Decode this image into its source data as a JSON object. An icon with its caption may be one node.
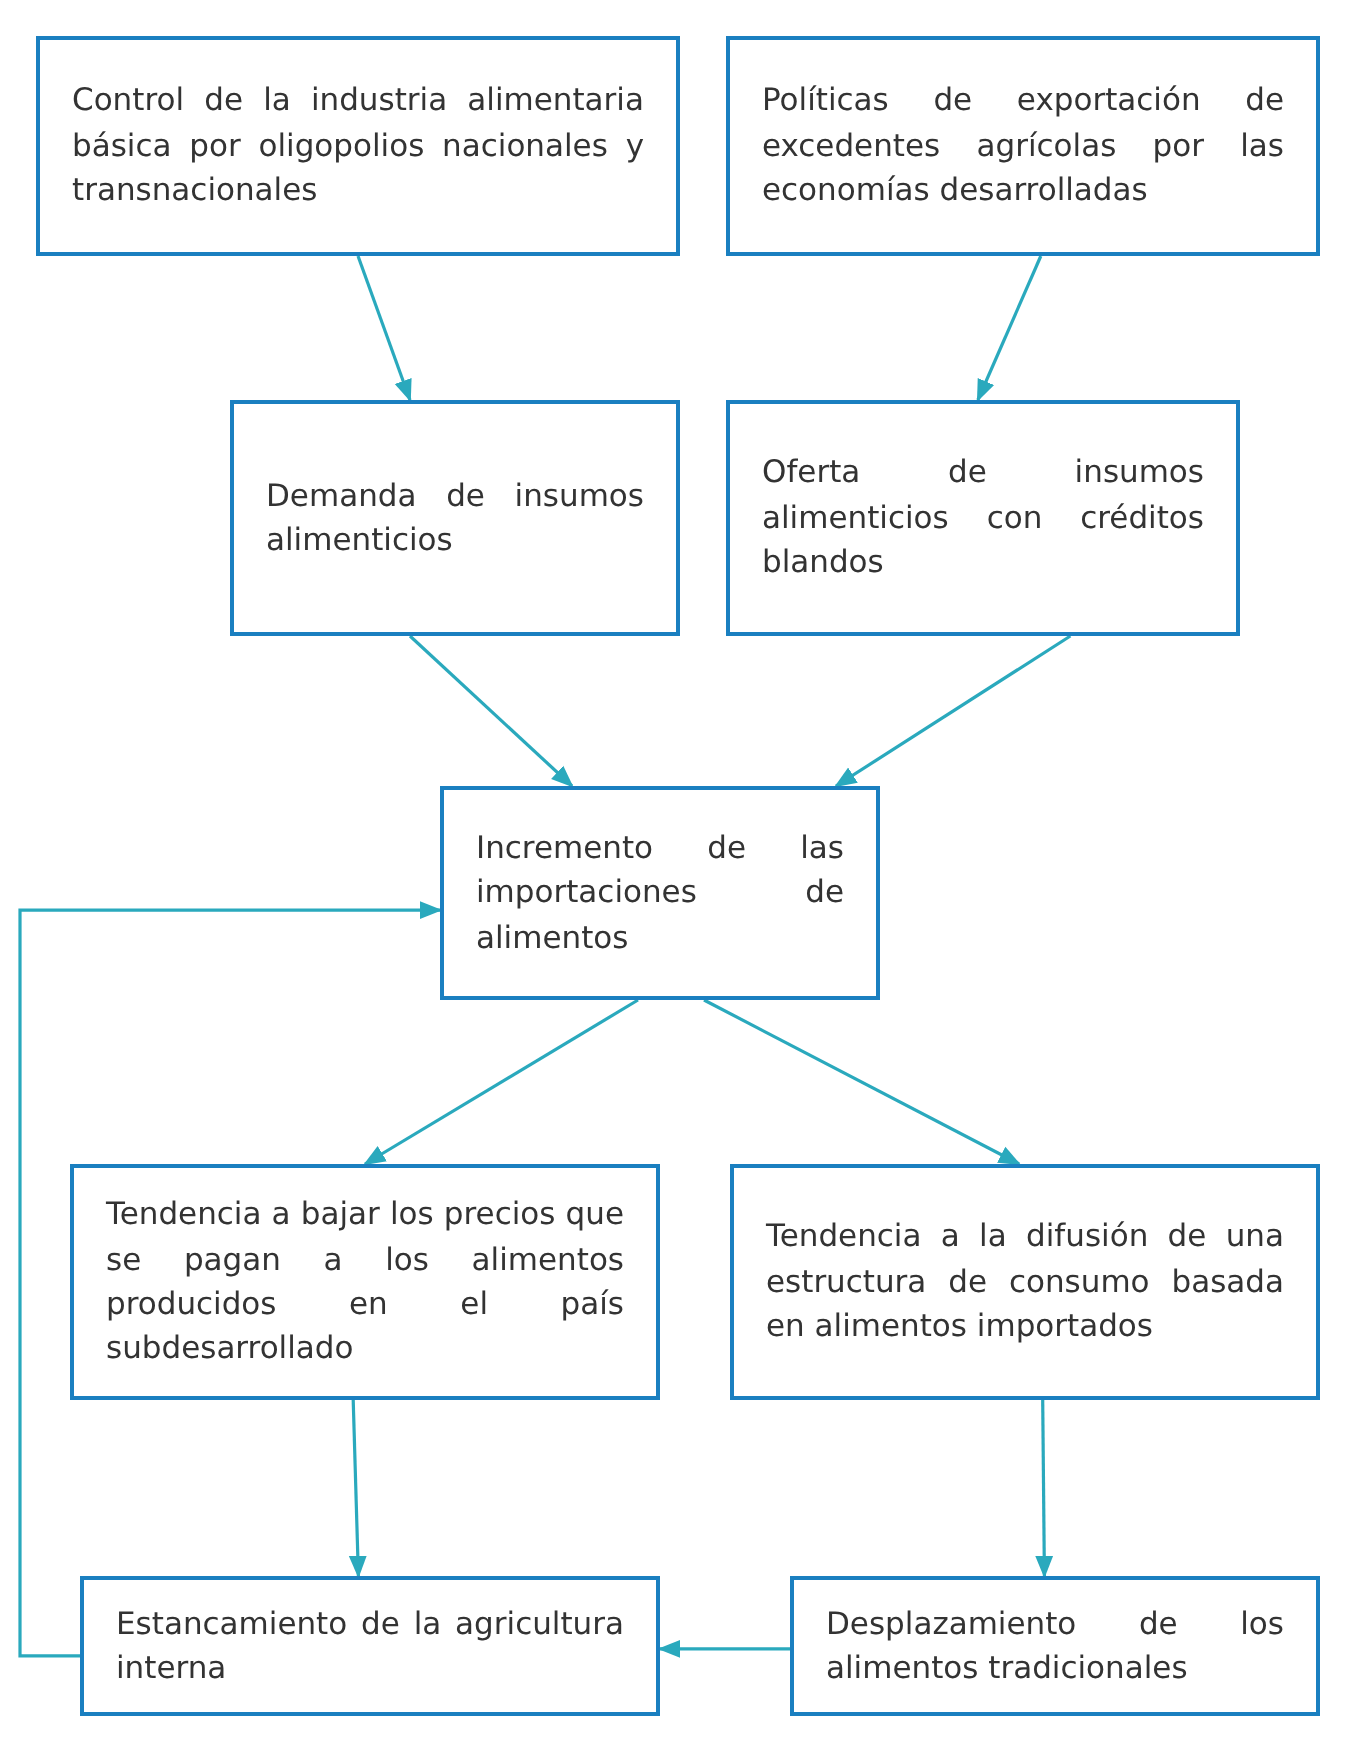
{
  "diagram": {
    "nodes": [
      {
        "text": [
          "Control de la industria alimentaria básica por oligopolios nacionales y transnacionales"
        ]
      },
      {
        "text": [
          "Políticas de exportación de excedentes agrícolas por las economías desarrolladas"
        ]
      },
      {
        "text": [
          "Demanda de insumos alimenticios"
        ]
      },
      {
        "text": [
          "Oferta de insumos alimenticios con créditos blandos"
        ]
      },
      {
        "text": [
          "Incremento de las importaciones de alimentos"
        ]
      },
      {
        "text": [
          "Tendencia a bajar los precios que se pagan a los alimentos producidos en el país subdesarrollado"
        ]
      },
      {
        "text": [
          "Tendencia a la difusión de una estructura de consumo basada en alimentos importados"
        ]
      },
      {
        "text": [
          "Estancamiento de la agricultura interna"
        ]
      },
      {
        "text": [
          "Desplazamiento de los alimentos tradicionales"
        ]
      }
    ],
    "edges": [
      {
        "from": 0,
        "to": 2,
        "arrow": "to"
      },
      {
        "from": 1,
        "to": 3,
        "arrow": "to"
      },
      {
        "from": 2,
        "to": 4,
        "arrow": "to"
      },
      {
        "from": 3,
        "to": 4,
        "arrow": "to"
      },
      {
        "from": 4,
        "to": 5,
        "arrow": "to"
      },
      {
        "from": 4,
        "to": 6,
        "arrow": "to"
      },
      {
        "from": 5,
        "to": 7,
        "arrow": "to"
      },
      {
        "from": 6,
        "to": 8,
        "arrow": "to"
      },
      {
        "from": 8,
        "to": 7,
        "arrow": "to"
      },
      {
        "from": 7,
        "to": 4,
        "arrow": "to"
      }
    ]
  }
}
